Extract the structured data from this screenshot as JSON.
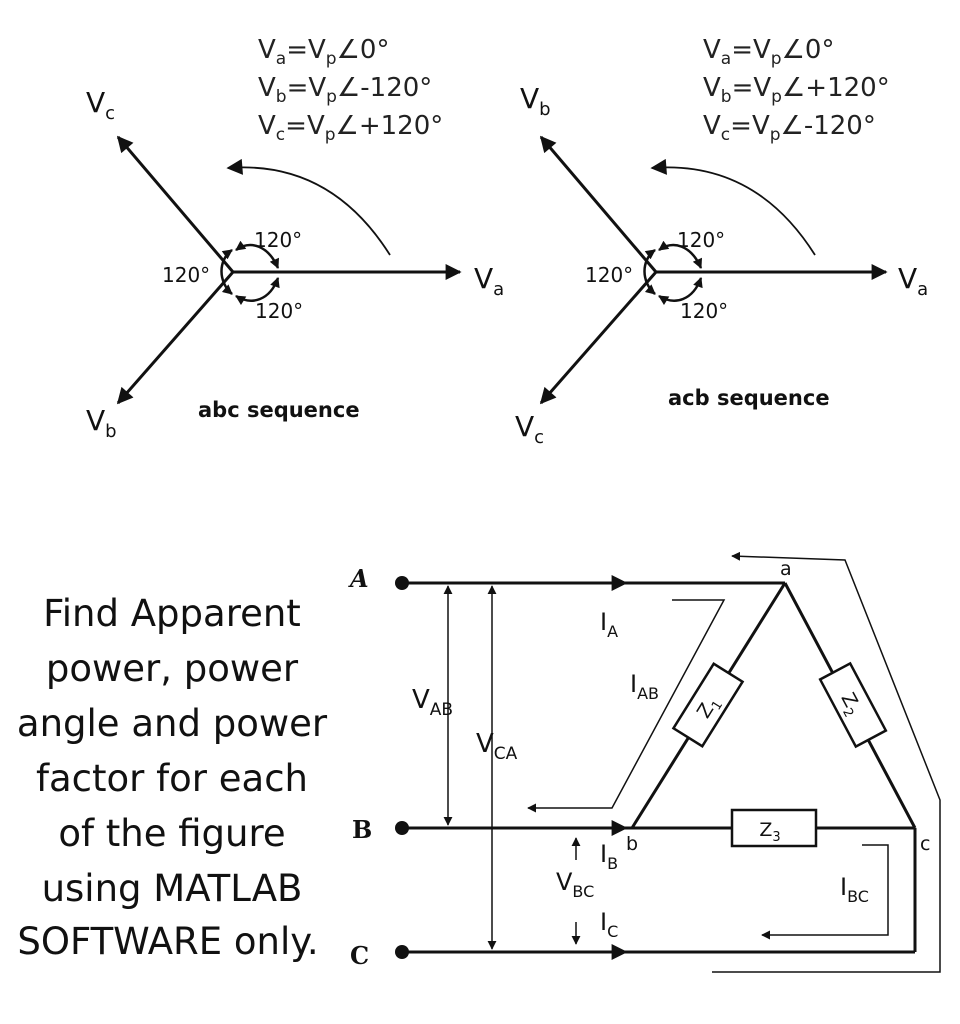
{
  "phasor_abc": {
    "eq1": {
      "v": "V",
      "s1": "a",
      "m": "=V",
      "s2": "p",
      "ang": "∠0°"
    },
    "eq2": {
      "v": "V",
      "s1": "b",
      "m": "=V",
      "s2": "p",
      "ang": "∠-120°"
    },
    "eq3": {
      "v": "V",
      "s1": "c",
      "m": "=V",
      "s2": "p",
      "ang": "∠+120°"
    },
    "va": {
      "v": "V",
      "s": "a"
    },
    "vb": {
      "v": "V",
      "s": "b"
    },
    "vc": {
      "v": "V",
      "s": "c"
    },
    "angle_top": "120°",
    "angle_left": "120°",
    "angle_bottom": "120°",
    "sequence": "abc sequence"
  },
  "phasor_acb": {
    "eq1": {
      "v": "V",
      "s1": "a",
      "m": "=V",
      "s2": "p",
      "ang": "∠0°"
    },
    "eq2": {
      "v": "V",
      "s1": "b",
      "m": "=V",
      "s2": "p",
      "ang": "∠+120°"
    },
    "eq3": {
      "v": "V",
      "s1": "c",
      "m": "=V",
      "s2": "p",
      "ang": "∠-120°"
    },
    "va": {
      "v": "V",
      "s": "a"
    },
    "vb": {
      "v": "V",
      "s": "b"
    },
    "vc": {
      "v": "V",
      "s": "c"
    },
    "angle_top": "120°",
    "angle_left": "120°",
    "angle_bottom": "120°",
    "sequence": "acb sequence"
  },
  "circuit": {
    "node_A": "A",
    "node_B": "B",
    "node_C": "C",
    "node_a": "a",
    "node_b": "b",
    "node_c": "c",
    "I_A": {
      "v": "I",
      "s": "A"
    },
    "I_B": {
      "v": "I",
      "s": "B"
    },
    "I_C": {
      "v": "I",
      "s": "C"
    },
    "I_AB": {
      "v": "I",
      "s": "AB"
    },
    "I_BC": {
      "v": "I",
      "s": "BC"
    },
    "V_AB": {
      "v": "V",
      "s": "AB"
    },
    "V_CA": {
      "v": "V",
      "s": "CA"
    },
    "V_BC": {
      "v": "V",
      "s": "BC"
    },
    "Z1": {
      "v": "Z",
      "s": "1"
    },
    "Z2": {
      "v": "Z",
      "s": "2"
    },
    "Z3": {
      "v": "Z",
      "s": "3"
    }
  },
  "question": {
    "lines": [
      "Find Apparent",
      "power, power",
      "angle and power",
      "factor for each",
      "of the figure",
      "using MATLAB",
      "SOFTWARE only."
    ]
  }
}
